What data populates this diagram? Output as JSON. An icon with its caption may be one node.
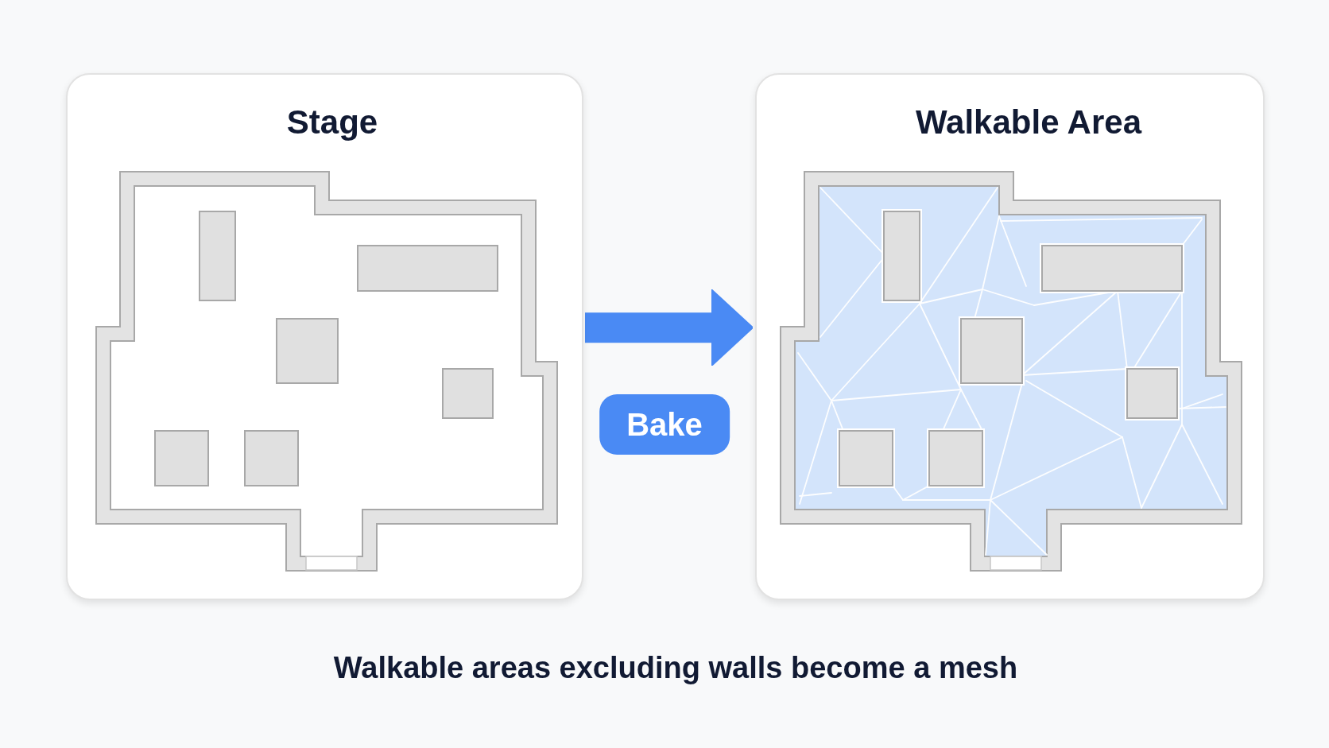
{
  "diagram": {
    "caption": "Walkable areas excluding walls become a mesh",
    "nodes": [
      {
        "text": [
          "Stage"
        ]
      },
      {
        "text": [
          "Walkable Area"
        ]
      }
    ],
    "edges": [
      {
        "from": 0,
        "to": 1,
        "arrow": "to",
        "label": "Bake"
      }
    ]
  }
}
